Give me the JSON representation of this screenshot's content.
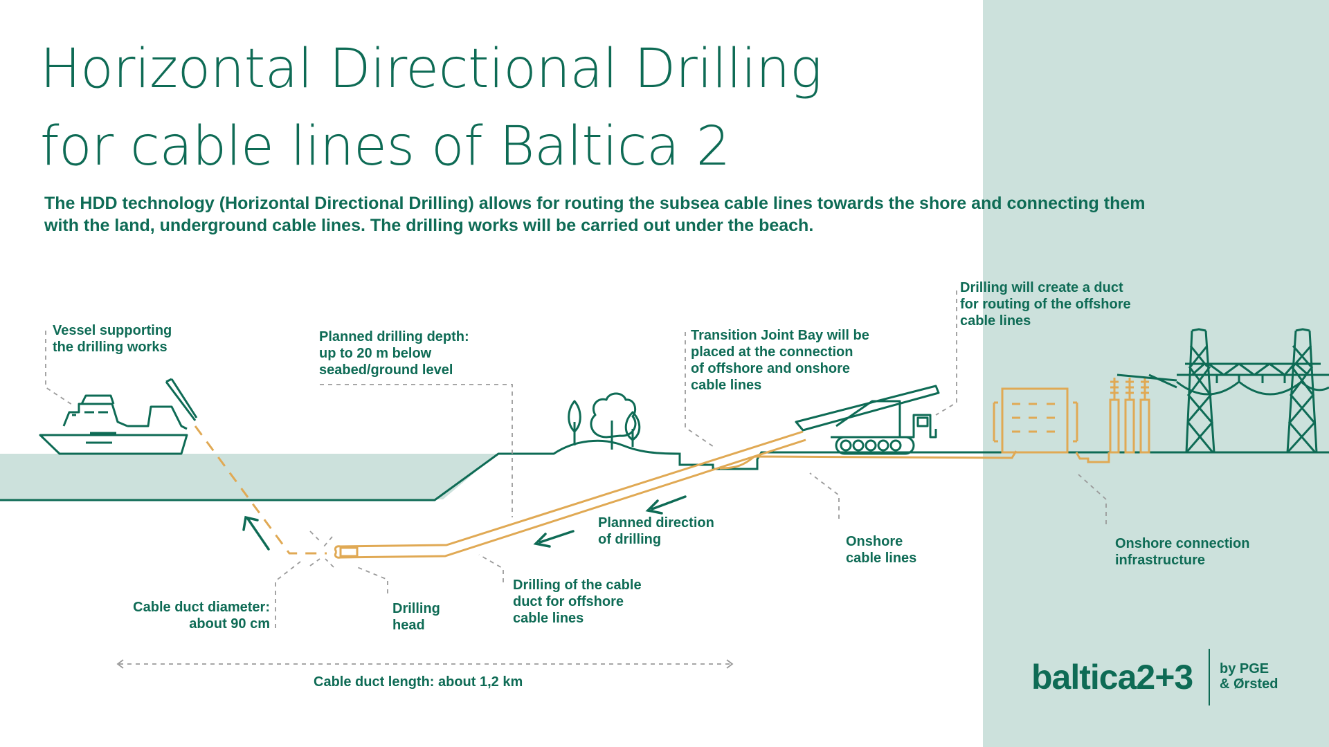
{
  "title": {
    "line1": "Horizontal Directional Drilling",
    "line2": "for cable lines of Baltica 2"
  },
  "subtitle": {
    "line1": "The HDD technology (Horizontal Directional Drilling) allows for routing the subsea cable lines towards the shore and connecting them",
    "line2": "with the land, underground cable lines. The drilling works will be carried out under the beach."
  },
  "labels": {
    "vessel": [
      "Vessel supporting",
      "the drilling works"
    ],
    "depth": [
      "Planned drilling depth:",
      "up to 20 m below",
      "seabed/ground level"
    ],
    "tjb": [
      "Transition Joint Bay will be",
      "placed at the connection",
      "of offshore and onshore",
      "cable lines"
    ],
    "duct_create": [
      "Drilling will create a duct",
      "for routing of the offshore",
      "cable lines"
    ],
    "direction": [
      "Planned direction",
      "of drilling"
    ],
    "onshore_cables": [
      "Onshore",
      "cable lines"
    ],
    "onshore_infra": [
      "Onshore connection",
      "infrastructure"
    ],
    "drilling_duct": [
      "Drilling of the cable",
      "duct for offshore",
      "cable lines"
    ],
    "diameter": [
      "Cable duct diameter:",
      "about 90 cm"
    ],
    "head": [
      "Drilling",
      "head"
    ],
    "length": "Cable duct length: about 1,2 km"
  },
  "logo": {
    "main": "baltica2+3",
    "by_line1": "by PGE",
    "by_line2": "& Ørsted"
  },
  "colors": {
    "primary": "#0e6b55",
    "panel": "#cce1dc",
    "sea": "#cce1dc",
    "duct": "#e0a954",
    "leader": "#9a9a9a"
  },
  "icons": [
    "vessel-icon",
    "trees-icon",
    "drilling-rig-icon",
    "substation-icon",
    "pylon-icon",
    "arrow-icon"
  ]
}
